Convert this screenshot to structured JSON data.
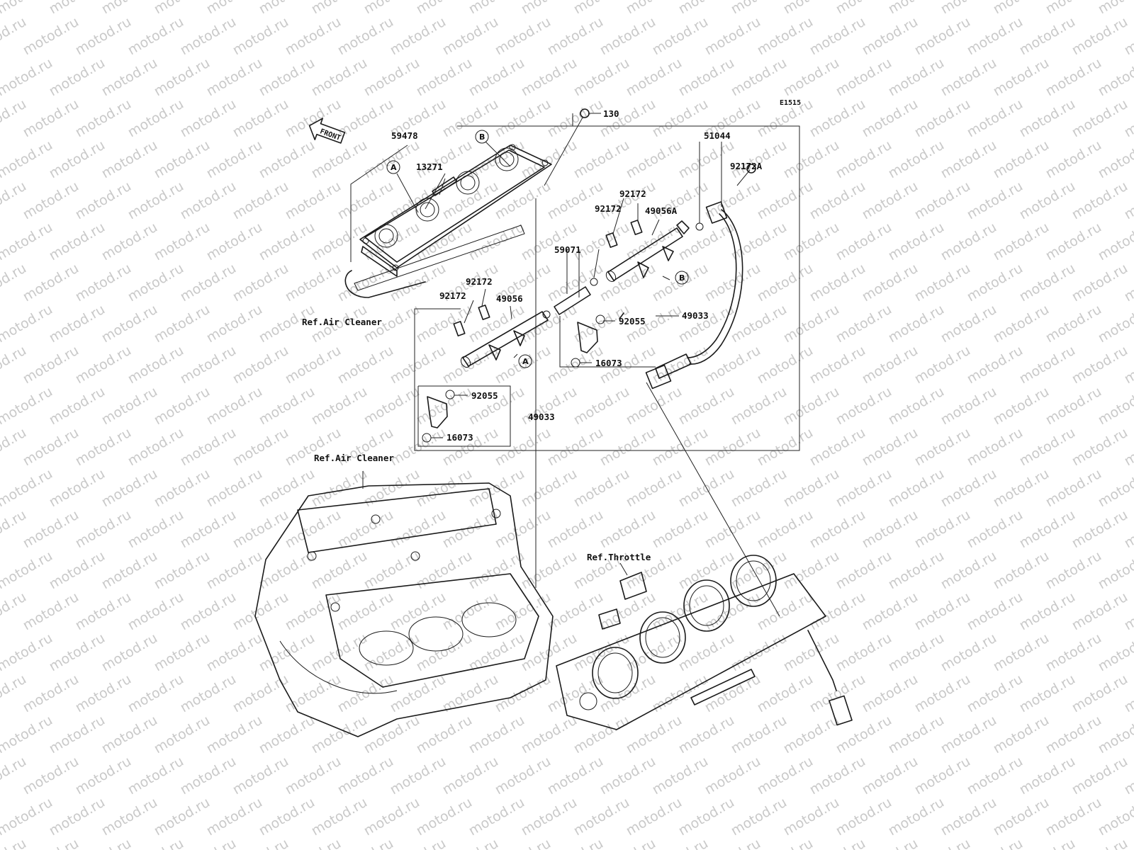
{
  "diagram": {
    "code": "E1515",
    "front_arrow": "FRONT",
    "watermark": "motod.ru",
    "refs": {
      "air_cleaner_top": "Ref.Air Cleaner",
      "air_cleaner_bottom": "Ref.Air Cleaner",
      "throttle": "Ref.Throttle"
    },
    "parts": {
      "p130": "130",
      "p59478": "59478",
      "p13271": "13271",
      "p51044": "51044",
      "p92172A": "92172A",
      "p92172_r1": "92172",
      "p92172_r2": "92172",
      "p49056A": "49056A",
      "p59071": "59071",
      "p92172_l1": "92172",
      "p92172_l2": "92172",
      "p49056": "49056",
      "p92055_r": "92055",
      "p49033_r": "49033",
      "p16073_r": "16073",
      "p92055_l": "92055",
      "p49033_l": "49033",
      "p16073_l": "16073"
    },
    "callouts": {
      "a1": "A",
      "a2": "A",
      "b1": "B",
      "b2": "B"
    }
  }
}
